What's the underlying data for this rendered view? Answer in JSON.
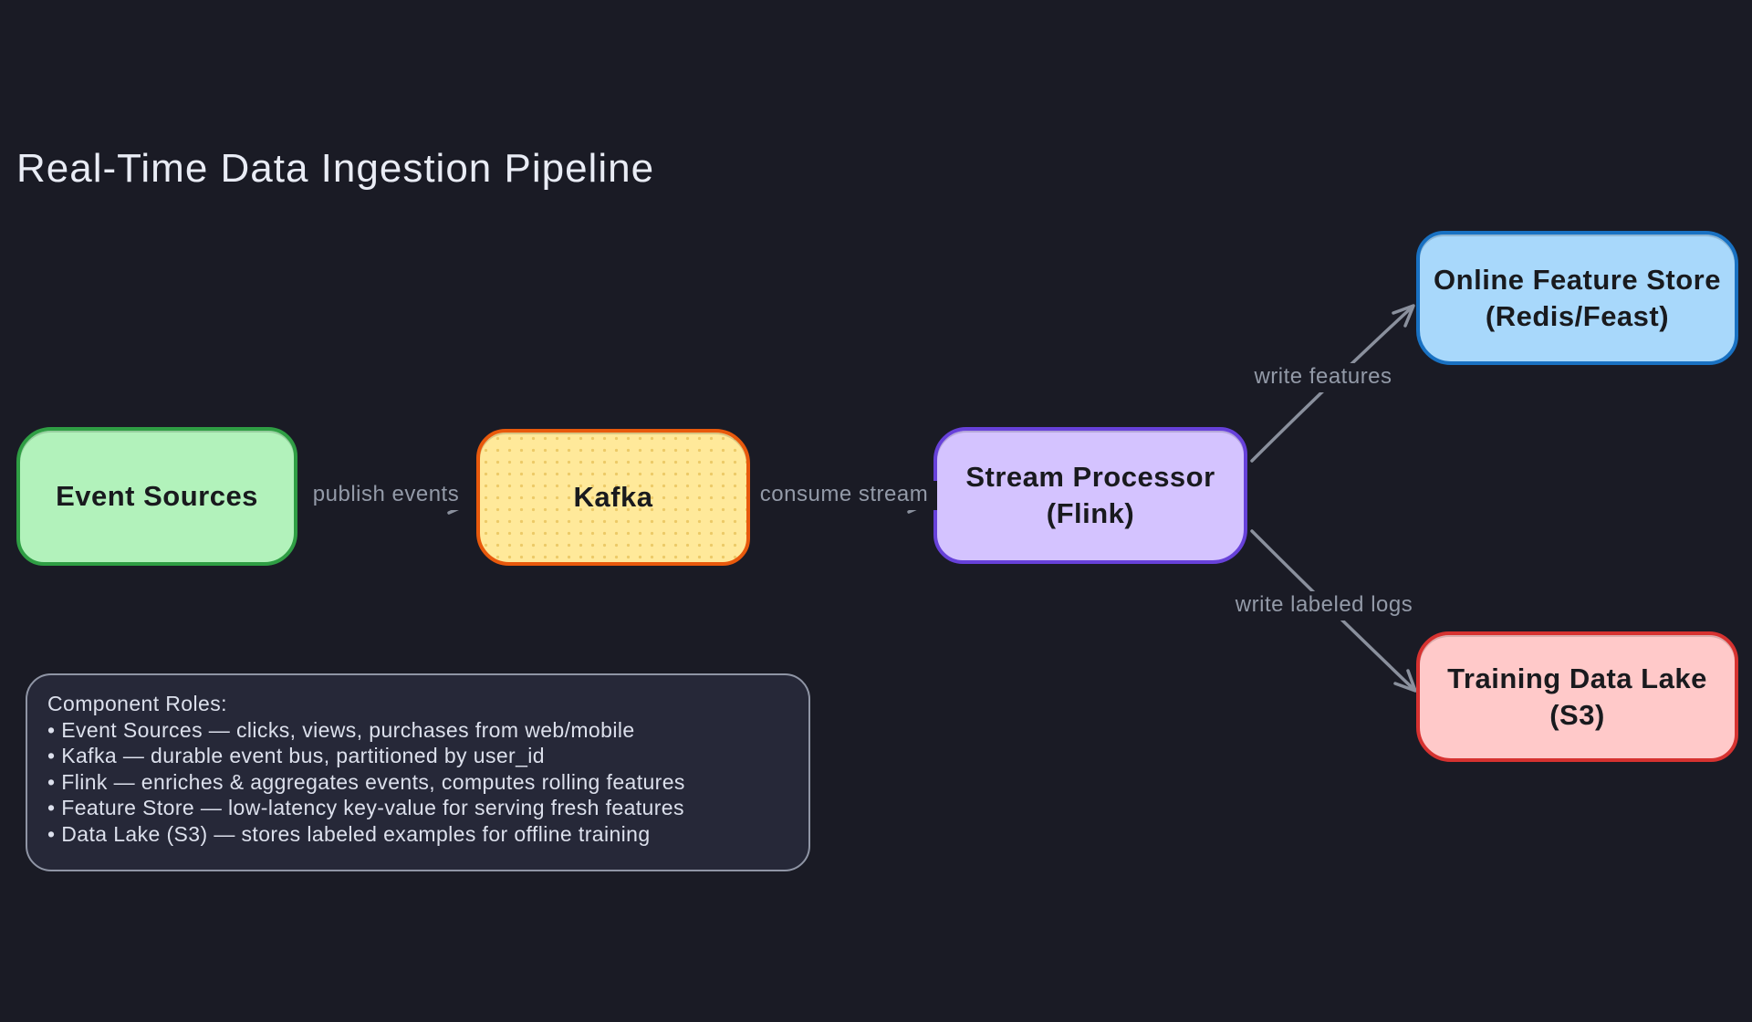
{
  "title": "Real-Time Data Ingestion Pipeline",
  "canvas": {
    "background": "#1a1b25",
    "title_color": "#e9ecf5",
    "arrow_color": "#8a909d",
    "edge_label_color": "#939aa8"
  },
  "nodes": [
    {
      "id": "event-sources",
      "label": "Event Sources",
      "fill": "#b2f2bb",
      "stroke": "#2f9e44",
      "text_color": "#191a1e"
    },
    {
      "id": "kafka",
      "label": "Kafka",
      "fill": "#ffe99a",
      "stroke": "#e8590c",
      "text_color": "#191a1e"
    },
    {
      "id": "stream-processor",
      "label": "Stream Processor",
      "sublabel": "(Flink)",
      "fill": "#d4c3ff",
      "stroke": "#6741d9",
      "text_color": "#191a1e"
    },
    {
      "id": "online-feature-store",
      "label": "Online Feature Store",
      "sublabel": "(Redis/Feast)",
      "fill": "#a8d8fb",
      "stroke": "#1971c2",
      "text_color": "#191a1e"
    },
    {
      "id": "training-data-lake",
      "label": "Training Data Lake",
      "sublabel": "(S3)",
      "fill": "#ffc9c9",
      "stroke": "#d63230",
      "text_color": "#191a1e"
    }
  ],
  "edges": [
    {
      "from": "event-sources",
      "to": "kafka",
      "label": "publish events"
    },
    {
      "from": "kafka",
      "to": "stream-processor",
      "label": "consume stream"
    },
    {
      "from": "stream-processor",
      "to": "online-feature-store",
      "label": "write features"
    },
    {
      "from": "stream-processor",
      "to": "training-data-lake",
      "label": "write labeled logs"
    }
  ],
  "notes": {
    "heading": "Component Roles:",
    "items": [
      "• Event Sources — clicks, views, purchases from web/mobile",
      "• Kafka — durable event bus, partitioned by user_id",
      "• Flink — enriches & aggregates events, computes rolling features",
      "• Feature Store — low-latency key-value for serving fresh features",
      "• Data Lake (S3) — stores labeled examples for offline training"
    ],
    "fill": "#262838",
    "stroke": "#8f95a5",
    "text_color": "#dce0ec"
  }
}
